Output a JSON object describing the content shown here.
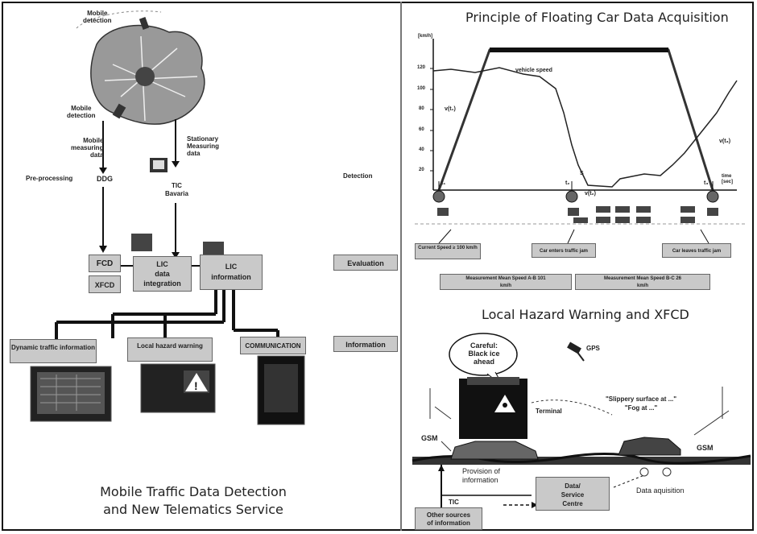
{
  "left": {
    "caption": [
      "Mobile Traffic Data Detection",
      "and New Telematics Service"
    ],
    "top_labels": {
      "mobile_detection_top": [
        "Mobile",
        "detection"
      ],
      "mobile_detection_left": [
        "Mobile",
        "detection"
      ],
      "mobile_measuring": [
        "Mobile",
        "measuring",
        "data"
      ],
      "stationary_measuring": [
        "Stationary",
        "Measuring",
        "data"
      ],
      "pre_processing": "Pre-processing",
      "ddg": "DDG",
      "tic_bavaria": [
        "TIC",
        "Bavaria"
      ]
    },
    "boxes": {
      "fcd": "FCD",
      "xfcd": "XFCD",
      "lic_integration": [
        "LIC",
        "data",
        "integration"
      ],
      "lic_information": [
        "LIC",
        "information"
      ]
    },
    "side_labels": {
      "detection": "Detection",
      "evaluation": "Evaluation",
      "information": "Information"
    },
    "services": {
      "s1": "Dynamic traffic information",
      "s2": "Local hazard warning",
      "s3": "COMMUNICATION"
    }
  },
  "right_top": {
    "title": "Principle of Floating Car Data Acquisition",
    "y_unit": "[km/h]",
    "y_ticks": [
      "120",
      "100",
      "80",
      "60",
      "40",
      "20"
    ],
    "x_unit": [
      "time",
      "[sec]"
    ],
    "curve_label": "vehicle speed",
    "v_left": "v(t₁)",
    "v_right": "v(t₃)",
    "v_bottom": "v(t₂)",
    "s_label": "S",
    "t_marks": [
      "t₁",
      "t₂",
      "t₃"
    ],
    "boxes": [
      "Current Speed ≥ 100 km/h",
      "Car enters traffic jam",
      "Car leaves traffic jam"
    ],
    "measurements": [
      "Measurement Mean Speed A-B 101 km/h",
      "Measurement Mean Speed B-C 26 km/h"
    ]
  },
  "right_bottom": {
    "title": "Local Hazard Warning and XFCD",
    "bubble": [
      "Careful:",
      "Black ice",
      "ahead"
    ],
    "gps": "GPS",
    "terminal": "Terminal",
    "slippery": [
      "\"Slippery surface at ...\"",
      "\"Fog at ...\""
    ],
    "gsm_left": "GSM",
    "gsm_right": "GSM",
    "provision": [
      "Provision of",
      "information"
    ],
    "data_service": [
      "Data/",
      "Service",
      "Centre"
    ],
    "tic": "TIC",
    "other_sources": [
      "Other sources",
      "of information"
    ],
    "data_acq": "Data aquisition"
  }
}
